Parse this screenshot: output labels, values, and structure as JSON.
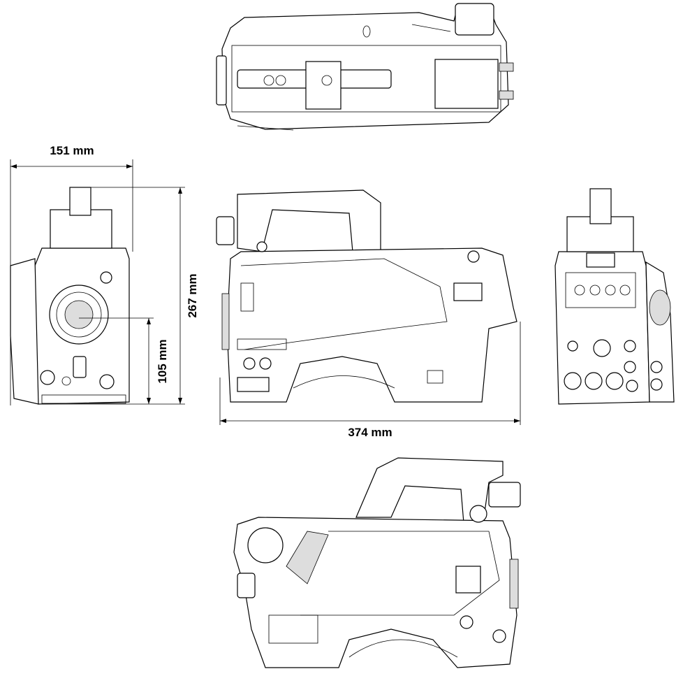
{
  "diagram": {
    "views": [
      "top-view",
      "front-view",
      "left-side-view",
      "rear-view",
      "right-side-view"
    ],
    "dimensions": {
      "width": "151 mm",
      "height": "267 mm",
      "lens_center_height": "105 mm",
      "length": "374 mm"
    },
    "colors": {
      "line": "#000000",
      "background": "#ffffff"
    }
  }
}
